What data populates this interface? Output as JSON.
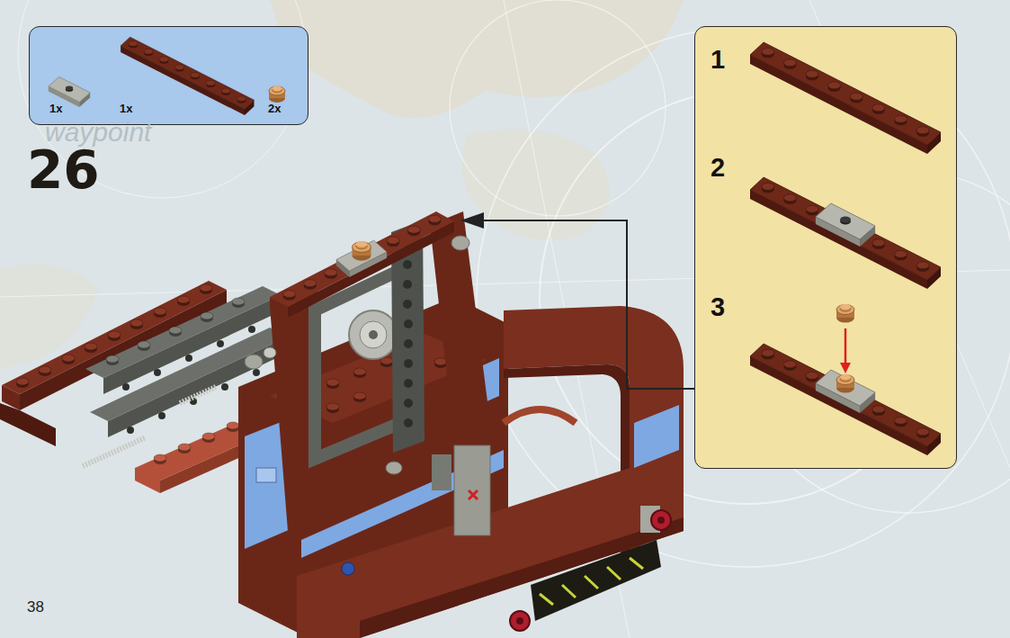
{
  "diagram": {
    "nodes": [
      {
        "text": [
          "1x",
          "1x",
          "2x"
        ]
      },
      {
        "text": [
          "1",
          "2",
          "3"
        ]
      }
    ],
    "labels": [
      "26",
      "waypoint",
      "38"
    ]
  }
}
